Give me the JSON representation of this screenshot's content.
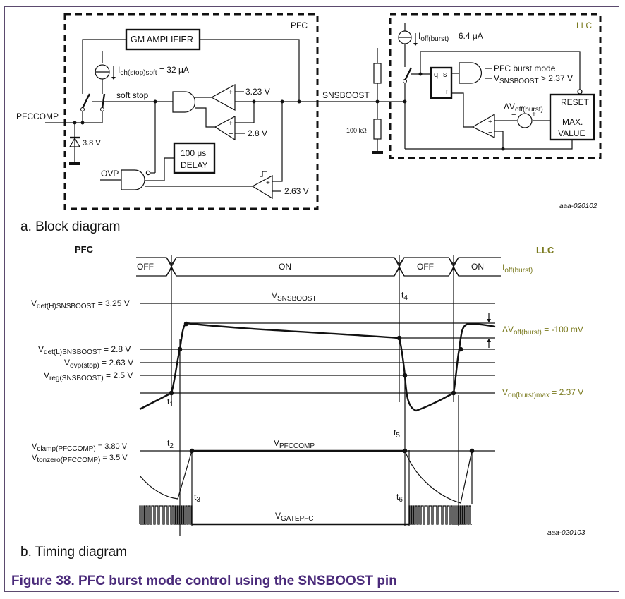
{
  "figure": {
    "caption": "Figure 38.  PFC burst mode control using the SNSBOOST pin",
    "caption_color": "#4a2a7a",
    "accent_olive": "#7a7a1e"
  },
  "block_diagram": {
    "label": "a. Block diagram",
    "code": "aaa-020102",
    "pfc_box_label": "PFC",
    "llc_box_label": "LLC",
    "gm_amplifier": "GM AMPLIFIER",
    "ich_label_main": "I",
    "ich_label_sub": "ch(stop)soft",
    "ich_value": " = 32 μA",
    "soft_stop": "soft stop",
    "pfccomp": "PFCCOMP",
    "zener": "3.8 V",
    "comp1_ref": "3.23 V",
    "comp2_ref": "2.8 V",
    "comp3_ref": "2.63 V",
    "delay_line1": "100 μs",
    "delay_line2": "DELAY",
    "ovp": "OVP",
    "snsboost": "SNSBOOST",
    "resistor": "100 kΩ",
    "ioff_main": "I",
    "ioff_sub": "off(burst)",
    "ioff_value": " = 6.4 μA",
    "ff_q": "q",
    "ff_s": "s",
    "ff_r": "r",
    "and_in1": "PFC burst mode",
    "and_in2_main": "V",
    "and_in2_sub": "SNSBOOST",
    "and_in2_value": " > 2.37 V",
    "dv_main": "ΔV",
    "dv_sub": "off(burst)",
    "reset": "RESET",
    "max_line1": "MAX.",
    "max_line2": "VALUE",
    "plus": "+",
    "minus": "−"
  },
  "timing_diagram": {
    "label": "b. Timing diagram",
    "code": "aaa-020103",
    "pfc_heading": "PFC",
    "llc_heading": "LLC",
    "state_segments": [
      "OFF",
      "ON",
      "OFF",
      "ON"
    ],
    "ioff_main": "I",
    "ioff_sub": "off(burst)",
    "vsnsboost_main": "V",
    "vsnsboost_sub": "SNSBOOST",
    "vpfccomp_main": "V",
    "vpfccomp_sub": "PFCCOMP",
    "vgatepfc_main": "V",
    "vgatepfc_sub": "GATEPFC",
    "levels": [
      {
        "main": "V",
        "sub": "det(H)SNSBOOST",
        "value": " = 3.25 V"
      },
      {
        "main": "V",
        "sub": "det(L)SNSBOOST",
        "value": " = 2.8 V"
      },
      {
        "main": "V",
        "sub": "ovp(stop)",
        "value": " = 2.63 V"
      },
      {
        "main": "V",
        "sub": "reg(SNSBOOST)",
        "value": " = 2.5 V"
      },
      {
        "main": "V",
        "sub": "clamp(PFCCOMP)",
        "value": " = 3.80 V"
      },
      {
        "main": "V",
        "sub": "tonzero(PFCCOMP)",
        "value": " = 3.5 V"
      }
    ],
    "dv_main": "ΔV",
    "dv_sub": "off(burst)",
    "dv_value": " = -100 mV",
    "von_main": "V",
    "von_sub": "on(burst)max",
    "von_value": " = 2.37 V",
    "times": [
      {
        "main": "t",
        "sub": "1"
      },
      {
        "main": "t",
        "sub": "2"
      },
      {
        "main": "t",
        "sub": "3"
      },
      {
        "main": "t",
        "sub": "4"
      },
      {
        "main": "t",
        "sub": "5"
      },
      {
        "main": "t",
        "sub": "6"
      }
    ]
  }
}
